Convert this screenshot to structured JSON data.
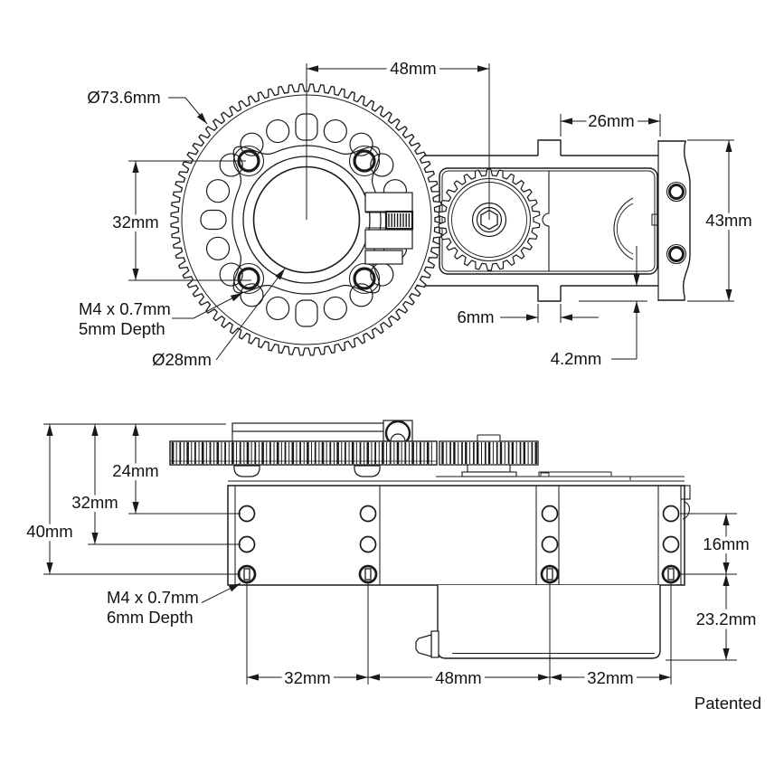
{
  "top_view": {
    "dims": {
      "gear_od": "Ø73.6mm",
      "center_distance": "48mm",
      "servo_width": "26mm",
      "bracket_height": "43mm",
      "hole_spacing": "32mm",
      "thread_note_1": "M4 x 0.7mm",
      "thread_note_2": "5mm Depth",
      "bore": "Ø28mm",
      "tab_width": "6mm",
      "tab_offset": "4.2mm"
    }
  },
  "side_view": {
    "dims": {
      "gear_top_to_row1": "24mm",
      "gear_top_to_row2": "32mm",
      "gear_top_to_row3": "40mm",
      "row_span": "16mm",
      "case_below": "23.2mm",
      "bottom_left_span": "32mm",
      "bottom_center_span": "48mm",
      "bottom_right_span": "32mm",
      "thread_note_1": "M4 x 0.7mm",
      "thread_note_2": "6mm Depth"
    }
  },
  "footer": {
    "patented": "Patented"
  },
  "colors": {
    "ink": "#1a1a1a",
    "background": "#ffffff"
  }
}
